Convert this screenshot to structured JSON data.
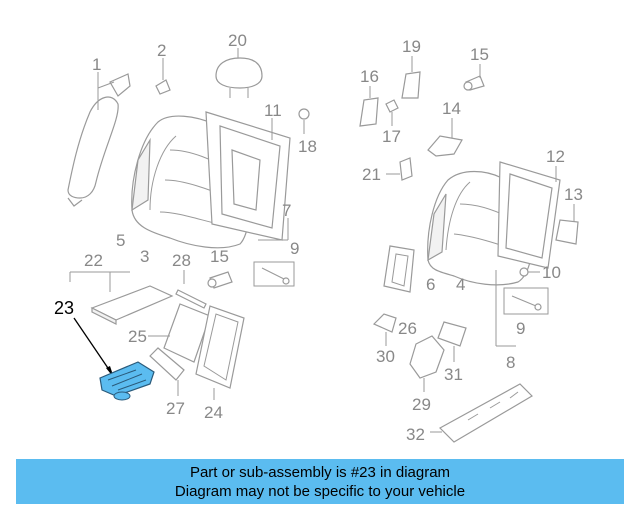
{
  "diagram": {
    "labels": [
      {
        "id": "1",
        "text": "1"
      },
      {
        "id": "2",
        "text": "2"
      },
      {
        "id": "20",
        "text": "20"
      },
      {
        "id": "11",
        "text": "11"
      },
      {
        "id": "18",
        "text": "18"
      },
      {
        "id": "7",
        "text": "7"
      },
      {
        "id": "9a",
        "text": "9"
      },
      {
        "id": "5",
        "text": "5"
      },
      {
        "id": "3",
        "text": "3"
      },
      {
        "id": "22",
        "text": "22"
      },
      {
        "id": "28",
        "text": "28"
      },
      {
        "id": "15a",
        "text": "15"
      },
      {
        "id": "23",
        "text": "23"
      },
      {
        "id": "25",
        "text": "25"
      },
      {
        "id": "27",
        "text": "27"
      },
      {
        "id": "24",
        "text": "24"
      },
      {
        "id": "19",
        "text": "19"
      },
      {
        "id": "16",
        "text": "16"
      },
      {
        "id": "15b",
        "text": "15"
      },
      {
        "id": "14",
        "text": "14"
      },
      {
        "id": "17",
        "text": "17"
      },
      {
        "id": "21",
        "text": "21"
      },
      {
        "id": "12",
        "text": "12"
      },
      {
        "id": "13",
        "text": "13"
      },
      {
        "id": "10",
        "text": "10"
      },
      {
        "id": "6",
        "text": "6"
      },
      {
        "id": "4",
        "text": "4"
      },
      {
        "id": "26",
        "text": "26"
      },
      {
        "id": "9b",
        "text": "9"
      },
      {
        "id": "30",
        "text": "30"
      },
      {
        "id": "31",
        "text": "31"
      },
      {
        "id": "8",
        "text": "8"
      },
      {
        "id": "29",
        "text": "29"
      },
      {
        "id": "32",
        "text": "32"
      }
    ],
    "highlight_part": "23",
    "highlight_color": "#5bbcf0"
  },
  "banner": {
    "line1": "Part or sub-assembly is #23 in diagram",
    "line2": "Diagram may not be specific to your vehicle",
    "color": "#5bbcf0"
  }
}
